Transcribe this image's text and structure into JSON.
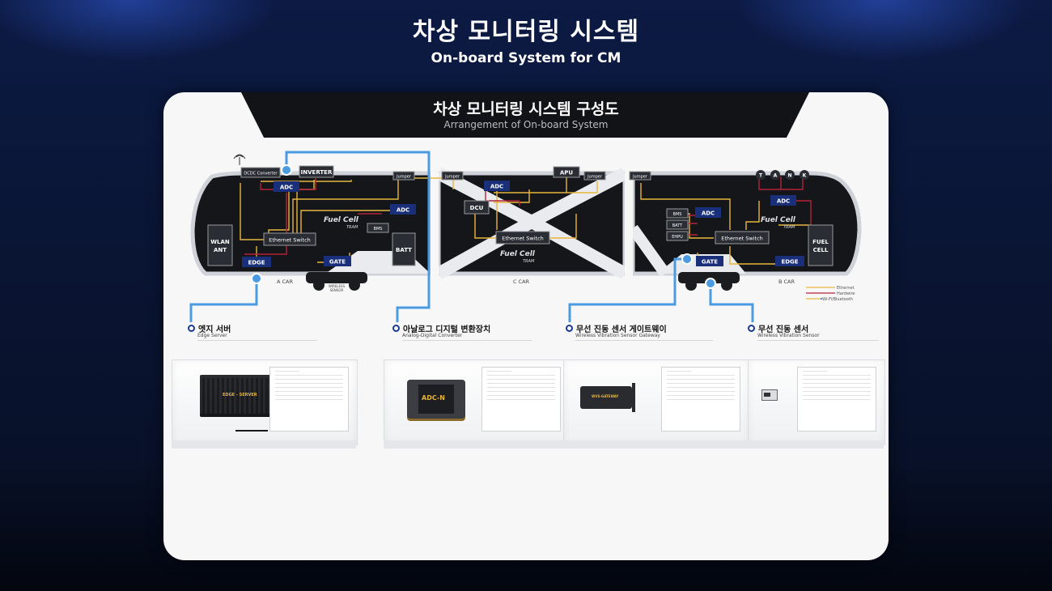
{
  "header": {
    "title": "차상 모니터링 시스템",
    "subtitle": "On-board System for CM"
  },
  "board": {
    "title": "차상 모니터링 시스템 구성도",
    "subtitle": "Arrangement of On-board System"
  },
  "diagram": {
    "cars": {
      "a": "A CAR",
      "c": "C CAR",
      "b": "B CAR"
    },
    "brand": {
      "fuel_cell": "Fuel Cell",
      "tram": "TRAM"
    },
    "nodes": {
      "dcdc": "DCDC Converter",
      "inverter": "INVERTER",
      "adc": "ADC",
      "jumper": "Jumper",
      "apu": "APU",
      "dcu": "DCU",
      "bms": "BMS",
      "batt": "BATT",
      "ehpu": "EHPU",
      "eth_switch": "Ethernet Switch",
      "edge": "EDGE",
      "gate": "GATE",
      "wlan_1": "WLAN",
      "wlan_2": "ANT",
      "fuel_1": "FUEL",
      "fuel_2": "CELL",
      "wireless_1": "WIRELESS",
      "wireless_2": "SENSOR",
      "tank": [
        "T",
        "A",
        "N",
        "K"
      ]
    },
    "legend": [
      "Ethernet",
      "Hardwire",
      "Wi-Fi/Bluetooth"
    ],
    "colors": {
      "ethernet": "#e7b53c",
      "hardwire": "#b3233a",
      "wifi": "#4a9be0",
      "navy": "#1a2f7a"
    }
  },
  "items": [
    {
      "title": "엣지 서버",
      "subtitle": "Edge Server",
      "device": "EDGE - SERVER"
    },
    {
      "title": "아날로그 디지털 변환장치",
      "subtitle": "Analog-Digital Converter",
      "device": "ADC-N"
    },
    {
      "title": "무선 진동 센서 게이트웨이",
      "subtitle": "Wireless Vibration Sensor Gateway",
      "device": "WVS-GATEWAY"
    },
    {
      "title": "무선 진동 센서",
      "subtitle": "Wireless Vibration Sensor",
      "device": ""
    }
  ]
}
